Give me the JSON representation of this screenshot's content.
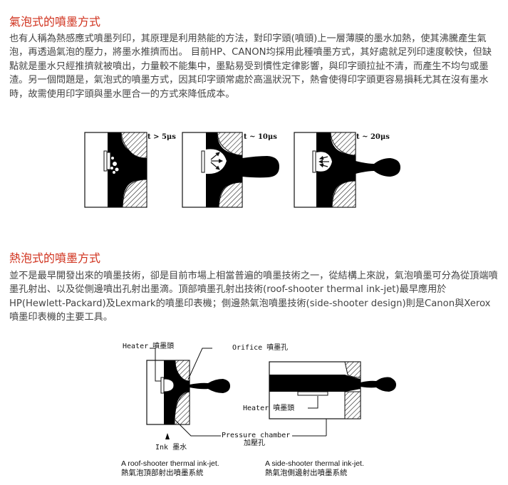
{
  "section1": {
    "title": "氣泡式的噴墨方式",
    "body": "也有人稱為熱感應式噴墨列印，其原理是利用熱能的方法，對印字頭(噴頭)上一層薄膜的墨水加熱，使其沸騰產生氣泡，再透過氣泡的壓力，將墨水推擠而出。 目前HP、CANON均採用此種噴墨方式，其好處就足列印速度較快，但缺點就是墨水只經推擠就被噴出，力量較不能集中，墨點易受到慣性定律影響，與印字頭拉扯不清，而產生不均勻或墨渣。另一個問題是，氣泡式的噴墨方式，因其印字頭常處於高溫狀況下，熱會使得印字頭更容易損耗尤其在沒有墨水時，故需使用印字頭與墨水匣合一的方式來降低成本。"
  },
  "diagram1": {
    "labels": [
      "t > 5μs",
      "t ~ 10μs",
      "t ~ 20μs"
    ]
  },
  "section2": {
    "title": "熱泡式的噴墨方式",
    "body": "並不是最早開發出來的噴墨技術，卻是目前市場上相當普遍的噴墨技術之一，從結構上來說，氣泡噴墨可分為從頂端噴墨孔射出、以及從側邊噴出孔射出墨滴。頂部噴墨孔射出技術(roof-shooter thermal ink-jet)最早應用於HP(Hewlett-Packard)及Lexmark的噴墨印表機；側邊熱氣泡噴墨技術(side-shooter design)則是Canon與Xerox 噴墨印表機的主要工具。"
  },
  "diagram2": {
    "heater_top": "Heater 噴墨頭",
    "orifice": "Orifice 噴墨孔",
    "heater_mid": "Heater 噴墨頭",
    "pressure_en": "Pressure chamber",
    "pressure_zh": "加壓孔",
    "ink": "Ink 墨水",
    "cap_left_en": "A roof-shooter thermal ink-jet.",
    "cap_left_zh": "熱氣泡頂部射出噴墨系統",
    "cap_right_en": "A side-shooter thermal ink-jet.",
    "cap_right_zh": "熱氣泡側邊射出噴墨系統"
  }
}
